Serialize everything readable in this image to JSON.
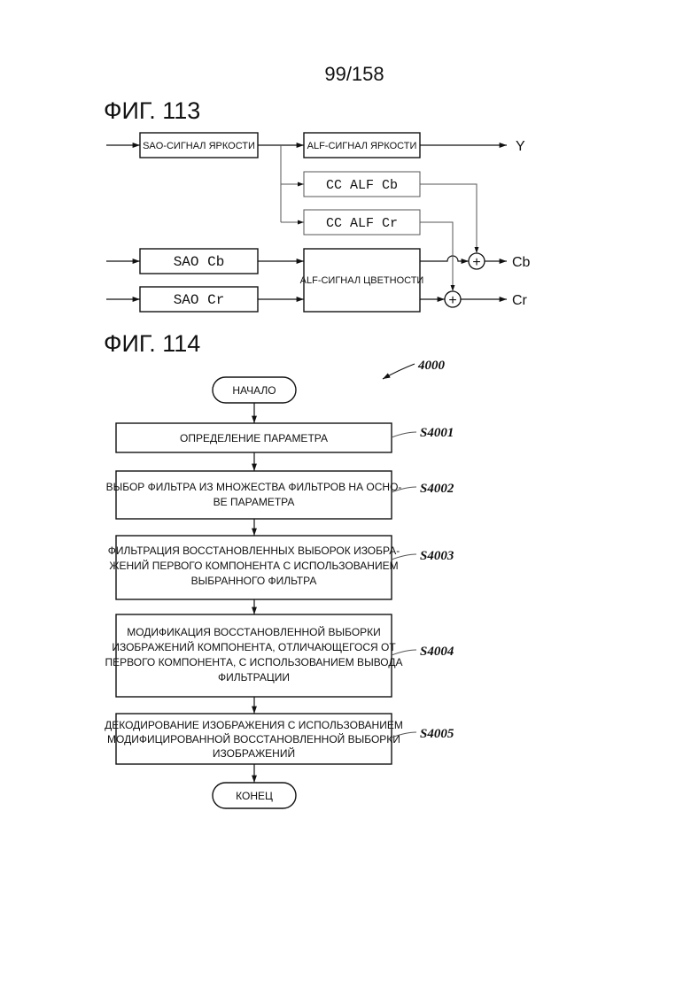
{
  "page_number": "99/158",
  "fig113": {
    "title": "ФИГ. 113",
    "blocks": {
      "sao_luma": "SAO-СИГНАЛ ЯРКОСТИ",
      "alf_luma": "ALF-СИГНАЛ ЯРКОСТИ",
      "cc_alf_cb": "CC ALF Cb",
      "cc_alf_cr": "CC ALF Cr",
      "sao_cb": "SAO Cb",
      "sao_cr": "SAO Cr",
      "alf_chroma": "ALF-СИГНАЛ ЦВЕТНОСТИ"
    },
    "outputs": {
      "y": "Y",
      "cb": "Cb",
      "cr": "Cr"
    },
    "adder_symbol": "+"
  },
  "fig114": {
    "title": "ФИГ. 114",
    "ref": "4000",
    "start": "НАЧАЛО",
    "end": "КОНЕЦ",
    "steps": [
      {
        "id": "S4001",
        "lines": [
          "ОПРЕДЕЛЕНИЕ ПАРАМЕТРА"
        ]
      },
      {
        "id": "S4002",
        "lines": [
          "ВЫБОР ФИЛЬТРА ИЗ МНОЖЕСТВА ФИЛЬТРОВ НА ОСНО-",
          "ВЕ ПАРАМЕТРА"
        ]
      },
      {
        "id": "S4003",
        "lines": [
          "ФИЛЬТРАЦИЯ ВОССТАНОВЛЕННЫХ ВЫБОРОК ИЗОБРА-",
          "ЖЕНИЙ ПЕРВОГО КОМПОНЕНТА С ИСПОЛЬЗОВАНИЕМ",
          "ВЫБРАННОГО ФИЛЬТРА"
        ]
      },
      {
        "id": "S4004",
        "lines": [
          "МОДИФИКАЦИЯ ВОССТАНОВЛЕННОЙ ВЫБОРКИ",
          "ИЗОБРАЖЕНИЙ КОМПОНЕНТА, ОТЛИЧАЮЩЕГОСЯ ОТ",
          "ПЕРВОГО КОМПОНЕНТА, С ИСПОЛЬЗОВАНИЕМ ВЫВОДА",
          "ФИЛЬТРАЦИИ"
        ]
      },
      {
        "id": "S4005",
        "lines": [
          "ДЕКОДИРОВАНИЕ ИЗОБРАЖЕНИЯ С ИСПОЛЬЗОВАНИЕМ",
          "МОДИФИЦИРОВАННОЙ ВОССТАНОВЛЕННОЙ ВЫБОРКИ",
          "ИЗОБРАЖЕНИЙ"
        ]
      }
    ]
  }
}
